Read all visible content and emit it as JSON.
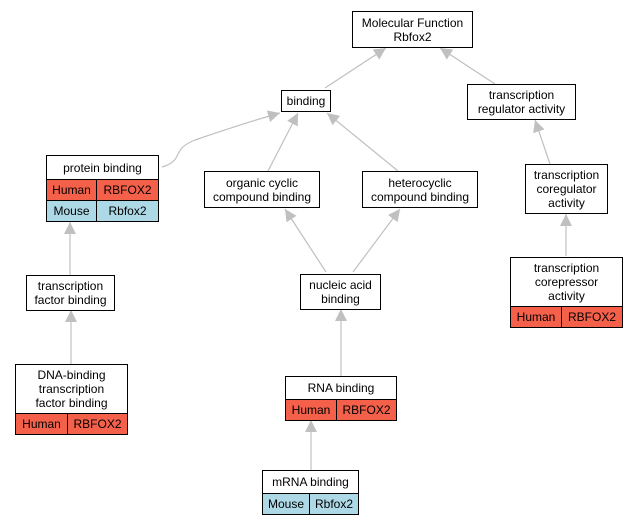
{
  "nodes": {
    "molecular_function": {
      "title": "Molecular Function\nRbfox2"
    },
    "binding": {
      "title": "binding"
    },
    "transcription_regulator_activity": {
      "title": "transcription\nregulator activity"
    },
    "protein_binding": {
      "title": "protein binding",
      "annotations": [
        {
          "species": "Human",
          "gene": "RBFOX2"
        },
        {
          "species": "Mouse",
          "gene": "Rbfox2"
        }
      ]
    },
    "organic_cyclic_compound_binding": {
      "title": "organic cyclic\ncompound binding"
    },
    "heterocyclic_compound_binding": {
      "title": "heterocyclic\ncompound binding"
    },
    "transcription_coregulator_activity": {
      "title": "transcription\ncoregulator\nactivity"
    },
    "transcription_factor_binding": {
      "title": "transcription\nfactor binding"
    },
    "nucleic_acid_binding": {
      "title": "nucleic acid\nbinding"
    },
    "transcription_corepressor_activity": {
      "title": "transcription\ncorepressor\nactivity",
      "annotations": [
        {
          "species": "Human",
          "gene": "RBFOX2"
        }
      ]
    },
    "dna_binding_tf_binding": {
      "title": "DNA-binding\ntranscription\nfactor binding",
      "annotations": [
        {
          "species": "Human",
          "gene": "RBFOX2"
        }
      ]
    },
    "rna_binding": {
      "title": "RNA binding",
      "annotations": [
        {
          "species": "Human",
          "gene": "RBFOX2"
        }
      ]
    },
    "mrna_binding": {
      "title": "mRNA binding",
      "annotations": [
        {
          "species": "Mouse",
          "gene": "Rbfox2"
        }
      ]
    }
  },
  "colors": {
    "human": "#f5604a",
    "mouse": "#add8e6",
    "edge": "#c0c0c0"
  }
}
